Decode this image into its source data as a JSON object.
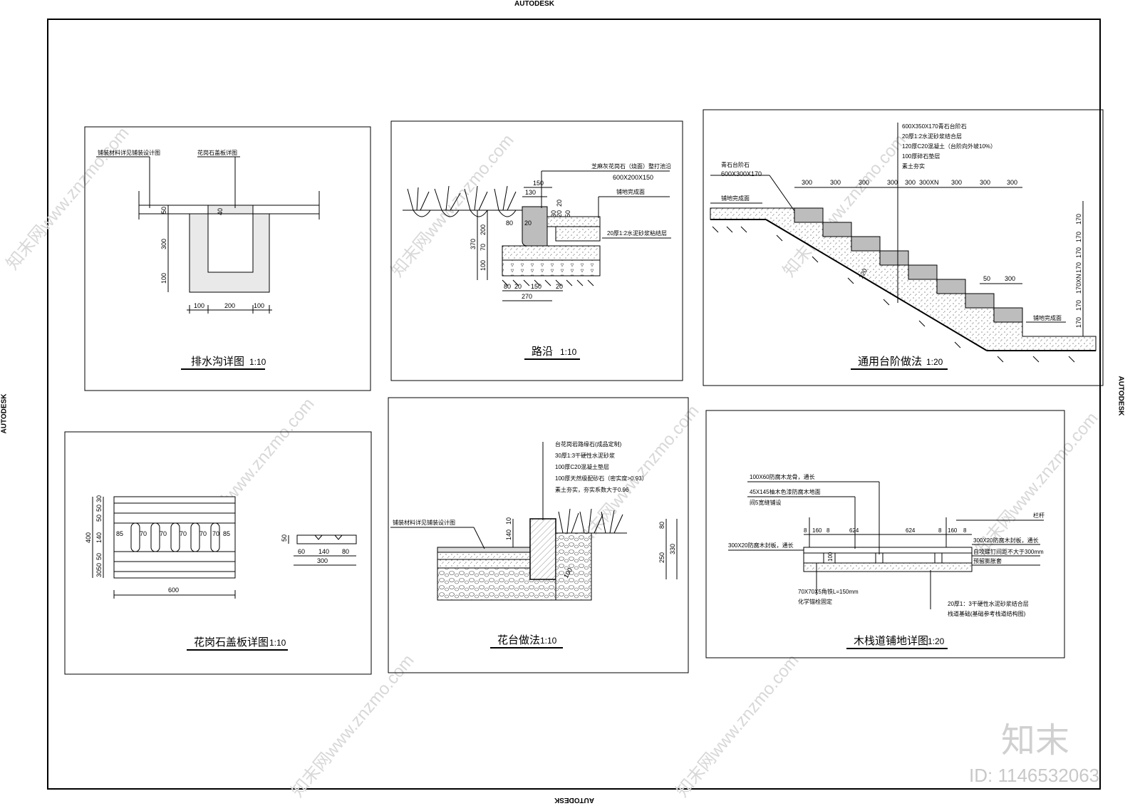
{
  "edge_labels": {
    "top": "AUTODESK",
    "bottom": "AUTODESK",
    "left": "AUTODESK",
    "right": "AUTODESK"
  },
  "watermark": {
    "text": "知末网www.znzmo.com",
    "logo": "知末",
    "id": "ID: 1146532063"
  },
  "drawings": {
    "drain": {
      "title": "排水沟详图",
      "scale": "1:10",
      "notes": [
        "铺装材料详见铺装设计图",
        "花岗石盖板详图"
      ],
      "dims": [
        "50",
        "40",
        "300",
        "100",
        "100",
        "200",
        "100"
      ]
    },
    "curb": {
      "title": "路沿",
      "scale": "1:10",
      "notes": [
        "芝麻灰花岗石（烧面）整打池沿",
        "600X200X150",
        "铺地完成面",
        "20厚1:2水泥砂浆粘结层"
      ],
      "dims": [
        "150",
        "130",
        "20",
        "20",
        "30",
        "50",
        "80",
        "20",
        "370",
        "200",
        "70",
        "100",
        "80",
        "20",
        "150",
        "20",
        "270"
      ]
    },
    "stairs": {
      "title": "通用台阶做法",
      "scale": "1:20",
      "notes": [
        "600X350X170青石台阶石",
        "20厚1:2水泥砂浆结合层",
        "120厚C20混凝土（台阶向外坡10%）",
        "100厚碎石垫层",
        "素土夯实",
        "青石台阶石",
        "600X300X170",
        "铺地完成面",
        "铺地完成面"
      ],
      "dims": [
        "300",
        "300",
        "300",
        "300",
        "300",
        "300XN",
        "300",
        "300",
        "300",
        "170",
        "170",
        "170",
        "170",
        "170XN",
        "170",
        "170",
        "50",
        "300",
        "120"
      ]
    },
    "cover": {
      "title": "花岗石盖板详图",
      "scale": "1:10",
      "dims": [
        "30",
        "50",
        "50",
        "140",
        "50",
        "50",
        "30",
        "400",
        "85",
        "70",
        "70",
        "70",
        "70",
        "70",
        "85",
        "600",
        "50",
        "60",
        "140",
        "80",
        "300"
      ]
    },
    "planter": {
      "title": "花台做法",
      "scale": "1:10",
      "notes": [
        "台花岗岩路缘石(成品定制)",
        "30厚1:3干硬性水泥砂浆",
        "100厚C20混凝土垫层",
        "100厚天然级配砂石（密实度>0.93）",
        "素土夯实，夯实系数大于0.96",
        "铺装材料详见铺装设计图"
      ],
      "dims": [
        "10",
        "140",
        "100",
        "80",
        "250",
        "330"
      ]
    },
    "boardwalk": {
      "title": "木栈道铺地详图",
      "scale": "1:20",
      "notes": [
        "100X60防腐木龙骨，通长",
        "45X145柚木色漆防腐木地面",
        "间5宽缝铺设",
        "栏杆",
        "300X20防腐木封板，通长",
        "300X20防腐木封板，通长",
        "自攻螺钉间距不大于300mm",
        "预留膨胀套",
        "70X70X5角铁L=150mm",
        "化学锚栓固定",
        "20厚1：3干硬性水泥砂浆结合层",
        "栈道基础(基础参考栈道结构图)"
      ],
      "dims": [
        "8",
        "160",
        "8",
        "624",
        "624",
        "8",
        "160",
        "8",
        "100"
      ]
    }
  }
}
